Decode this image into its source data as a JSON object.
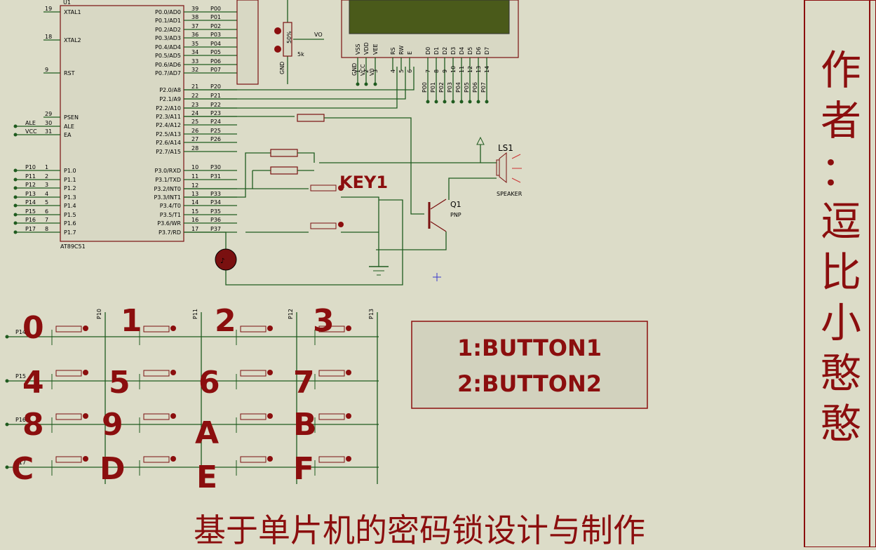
{
  "title_bar": {
    "label": "U1"
  },
  "mcu": {
    "name": "AT89C51",
    "left_pins": [
      {
        "num": "19",
        "name": "XTAL1"
      },
      {
        "num": "18",
        "name": "XTAL2"
      },
      {
        "num": "9",
        "name": "RST"
      },
      {
        "num": "29",
        "name": "PSEN"
      },
      {
        "num": "30",
        "name": "ALE"
      },
      {
        "num": "31",
        "name": "EA"
      },
      {
        "num": "1",
        "name": "P1.0"
      },
      {
        "num": "2",
        "name": "P1.1"
      },
      {
        "num": "3",
        "name": "P1.2"
      },
      {
        "num": "4",
        "name": "P1.3"
      },
      {
        "num": "5",
        "name": "P1.4"
      },
      {
        "num": "6",
        "name": "P1.5"
      },
      {
        "num": "7",
        "name": "P1.6"
      },
      {
        "num": "8",
        "name": "P1.7"
      }
    ],
    "left_nets": [
      "ALE",
      "VCC",
      "P10",
      "P11",
      "P12",
      "P13",
      "P14",
      "P15",
      "P16",
      "P17"
    ],
    "right_pins": [
      {
        "num": "39",
        "name": "P0.0/AD0",
        "net": "P00"
      },
      {
        "num": "38",
        "name": "P0.1/AD1",
        "net": "P01"
      },
      {
        "num": "37",
        "name": "P0.2/AD2",
        "net": "P02"
      },
      {
        "num": "36",
        "name": "P0.3/AD3",
        "net": "P03"
      },
      {
        "num": "35",
        "name": "P0.4/AD4",
        "net": "P04"
      },
      {
        "num": "34",
        "name": "P0.5/AD5",
        "net": "P05"
      },
      {
        "num": "33",
        "name": "P0.6/AD6",
        "net": "P06"
      },
      {
        "num": "32",
        "name": "P0.7/AD7",
        "net": "P07"
      },
      {
        "num": "21",
        "name": "P2.0/A8",
        "net": "P20"
      },
      {
        "num": "22",
        "name": "P2.1/A9",
        "net": "P21"
      },
      {
        "num": "23",
        "name": "P2.2/A10",
        "net": "P22"
      },
      {
        "num": "24",
        "name": "P2.3/A11",
        "net": "P23"
      },
      {
        "num": "25",
        "name": "P2.4/A12",
        "net": "P24"
      },
      {
        "num": "26",
        "name": "P2.5/A13",
        "net": "P25"
      },
      {
        "num": "27",
        "name": "P2.6/A14",
        "net": "P26"
      },
      {
        "num": "28",
        "name": "P2.7/A15",
        "net": ""
      },
      {
        "num": "10",
        "name": "P3.0/RXD",
        "net": "P30"
      },
      {
        "num": "11",
        "name": "P3.1/TXD",
        "net": "P31"
      },
      {
        "num": "12",
        "name": "P3.2/INT0",
        "net": ""
      },
      {
        "num": "13",
        "name": "P3.3/INT1",
        "net": "P33"
      },
      {
        "num": "14",
        "name": "P3.4/T0",
        "net": "P34"
      },
      {
        "num": "15",
        "name": "P3.5/T1",
        "net": "P35"
      },
      {
        "num": "16",
        "name": "P3.6/WR",
        "net": "P36"
      },
      {
        "num": "17",
        "name": "P3.7/RD",
        "net": "P37"
      }
    ]
  },
  "pot": {
    "label": "5k",
    "percent": "50%",
    "gnd": "GND",
    "vo": "VO"
  },
  "lcd": {
    "pins": [
      "VSS",
      "VDD",
      "VEE",
      "RS",
      "RW",
      "E",
      "D0",
      "D1",
      "D2",
      "D3",
      "D4",
      "D5",
      "D6",
      "D7"
    ],
    "pin_nums": [
      "1",
      "2",
      "3",
      "4",
      "5",
      "6",
      "7",
      "8",
      "9",
      "10",
      "11",
      "12",
      "13",
      "14"
    ],
    "bottom_nets": [
      "GND",
      "VCC",
      "V0"
    ],
    "data_nets": [
      "P00",
      "P01",
      "P02",
      "P03",
      "P04",
      "P05",
      "P06",
      "P07"
    ]
  },
  "speaker": {
    "ref": "LS1",
    "label": "SPEAKER"
  },
  "transistor": {
    "ref": "Q1",
    "type": "PNP"
  },
  "key1": {
    "label": "KEY1"
  },
  "keypad": {
    "labels": [
      "0",
      "1",
      "2",
      "3",
      "4",
      "5",
      "6",
      "7",
      "8",
      "9",
      "A",
      "B",
      "C",
      "D",
      "E",
      "F"
    ],
    "col_nets": [
      "P10",
      "P11",
      "P12",
      "P13"
    ],
    "row_nets": [
      "P14",
      "P15",
      "P16",
      "P17"
    ]
  },
  "legend": {
    "line1": "1:BUTTON1",
    "line2": "2:BUTTON2"
  },
  "author": "作者：逗比小憨憨",
  "footer_title": "基于单片机的密码锁设计与制作",
  "colors": {
    "bg": "#dcdcc8",
    "accent": "#8b0e0e",
    "wire": "#1f5b1f"
  }
}
